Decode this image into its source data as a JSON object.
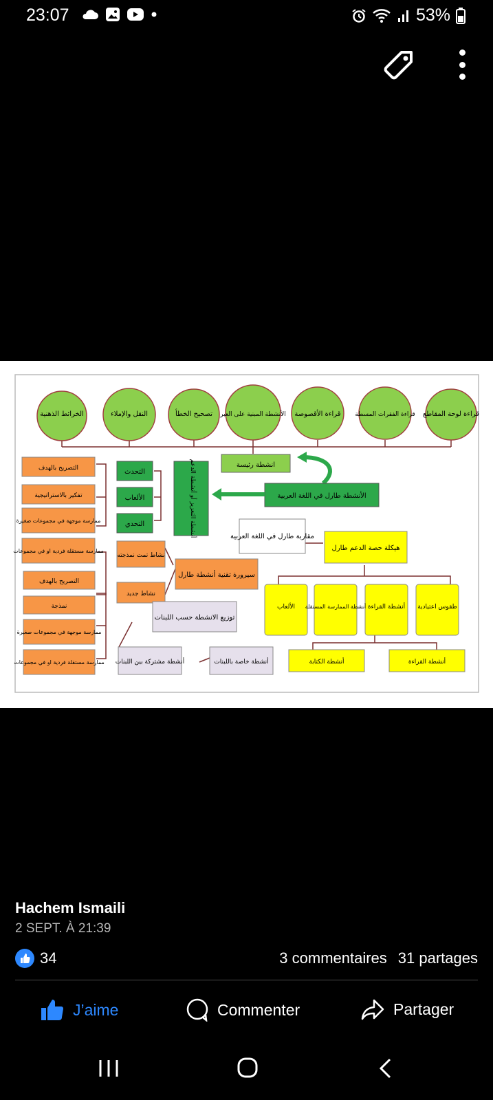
{
  "status": {
    "time": "23:07",
    "battery": "53%"
  },
  "post": {
    "author": "Hachem Ismaili",
    "date": "2 SEPT. À 21:39",
    "likes": "34",
    "comments": "3 commentaires",
    "shares": "31 partages"
  },
  "actions": {
    "like": "J’aime",
    "comment": "Commenter",
    "share": "Partager"
  },
  "diagram": {
    "circles": [
      "الخرائط الذهنية",
      "النقل والإملاء",
      "تصحيح الخطأ",
      "الأنشطة المبنية على العبر",
      "قراءة الأقصوصة",
      "قراءة الفقرات المسطة",
      "قراءة لوحة المقاطع"
    ],
    "main_activities": "انشطة رئيسة",
    "tarl_activities": "الأنشطة طارل في اللغة العربية",
    "reinforcement_vertical": "أنشطة التعزيز أو أنشطة الدعم",
    "green_small": [
      "التحدث",
      "الألعاب",
      "التحدي"
    ],
    "approach": "مقاربة طارل في اللغة العربية",
    "structure": "هيكلة حصة الدعم طارل",
    "process": "سيرورة تقنية أنشطة طارل",
    "past_activity": "نشاط تمت نمذجته",
    "new_activity": "نشاط جديد",
    "distribution": "توزيع الانشطة حسب اللبنات",
    "shared_activities": "أنشطة مشتركة بين اللبنات",
    "specific_activities": "أنشطة خاصة باللبنات",
    "orange_left_top": [
      "التصريح بالهدف",
      "تفكير بالاستراتيجية",
      "ممارسة موجهة في مجموعات صغيرة",
      "ممارسة مستقلة فردية او في مجموعات"
    ],
    "orange_left_bottom": [
      "التصريح بالهدف",
      "نمذجة",
      "ممارسة موجهة في مجموعات صغيرة",
      "ممارسة مستقلة فردية او في مجموعات"
    ],
    "yellow_boxes": [
      "الألعاب",
      "أنشطة الممارسة المستقلة",
      "أنشطة القراءة",
      "طقوس اعتيادية"
    ],
    "yellow_bottom": [
      "أنشطة الكتابة",
      "أنشطة القراءة"
    ]
  },
  "colors": {
    "green": "#8ccf4d",
    "dark_green": "#2ca84a",
    "orange": "#f79646",
    "yellow": "#ffff00",
    "lavender": "#e6e0ec",
    "accent": "#2d88ff"
  }
}
